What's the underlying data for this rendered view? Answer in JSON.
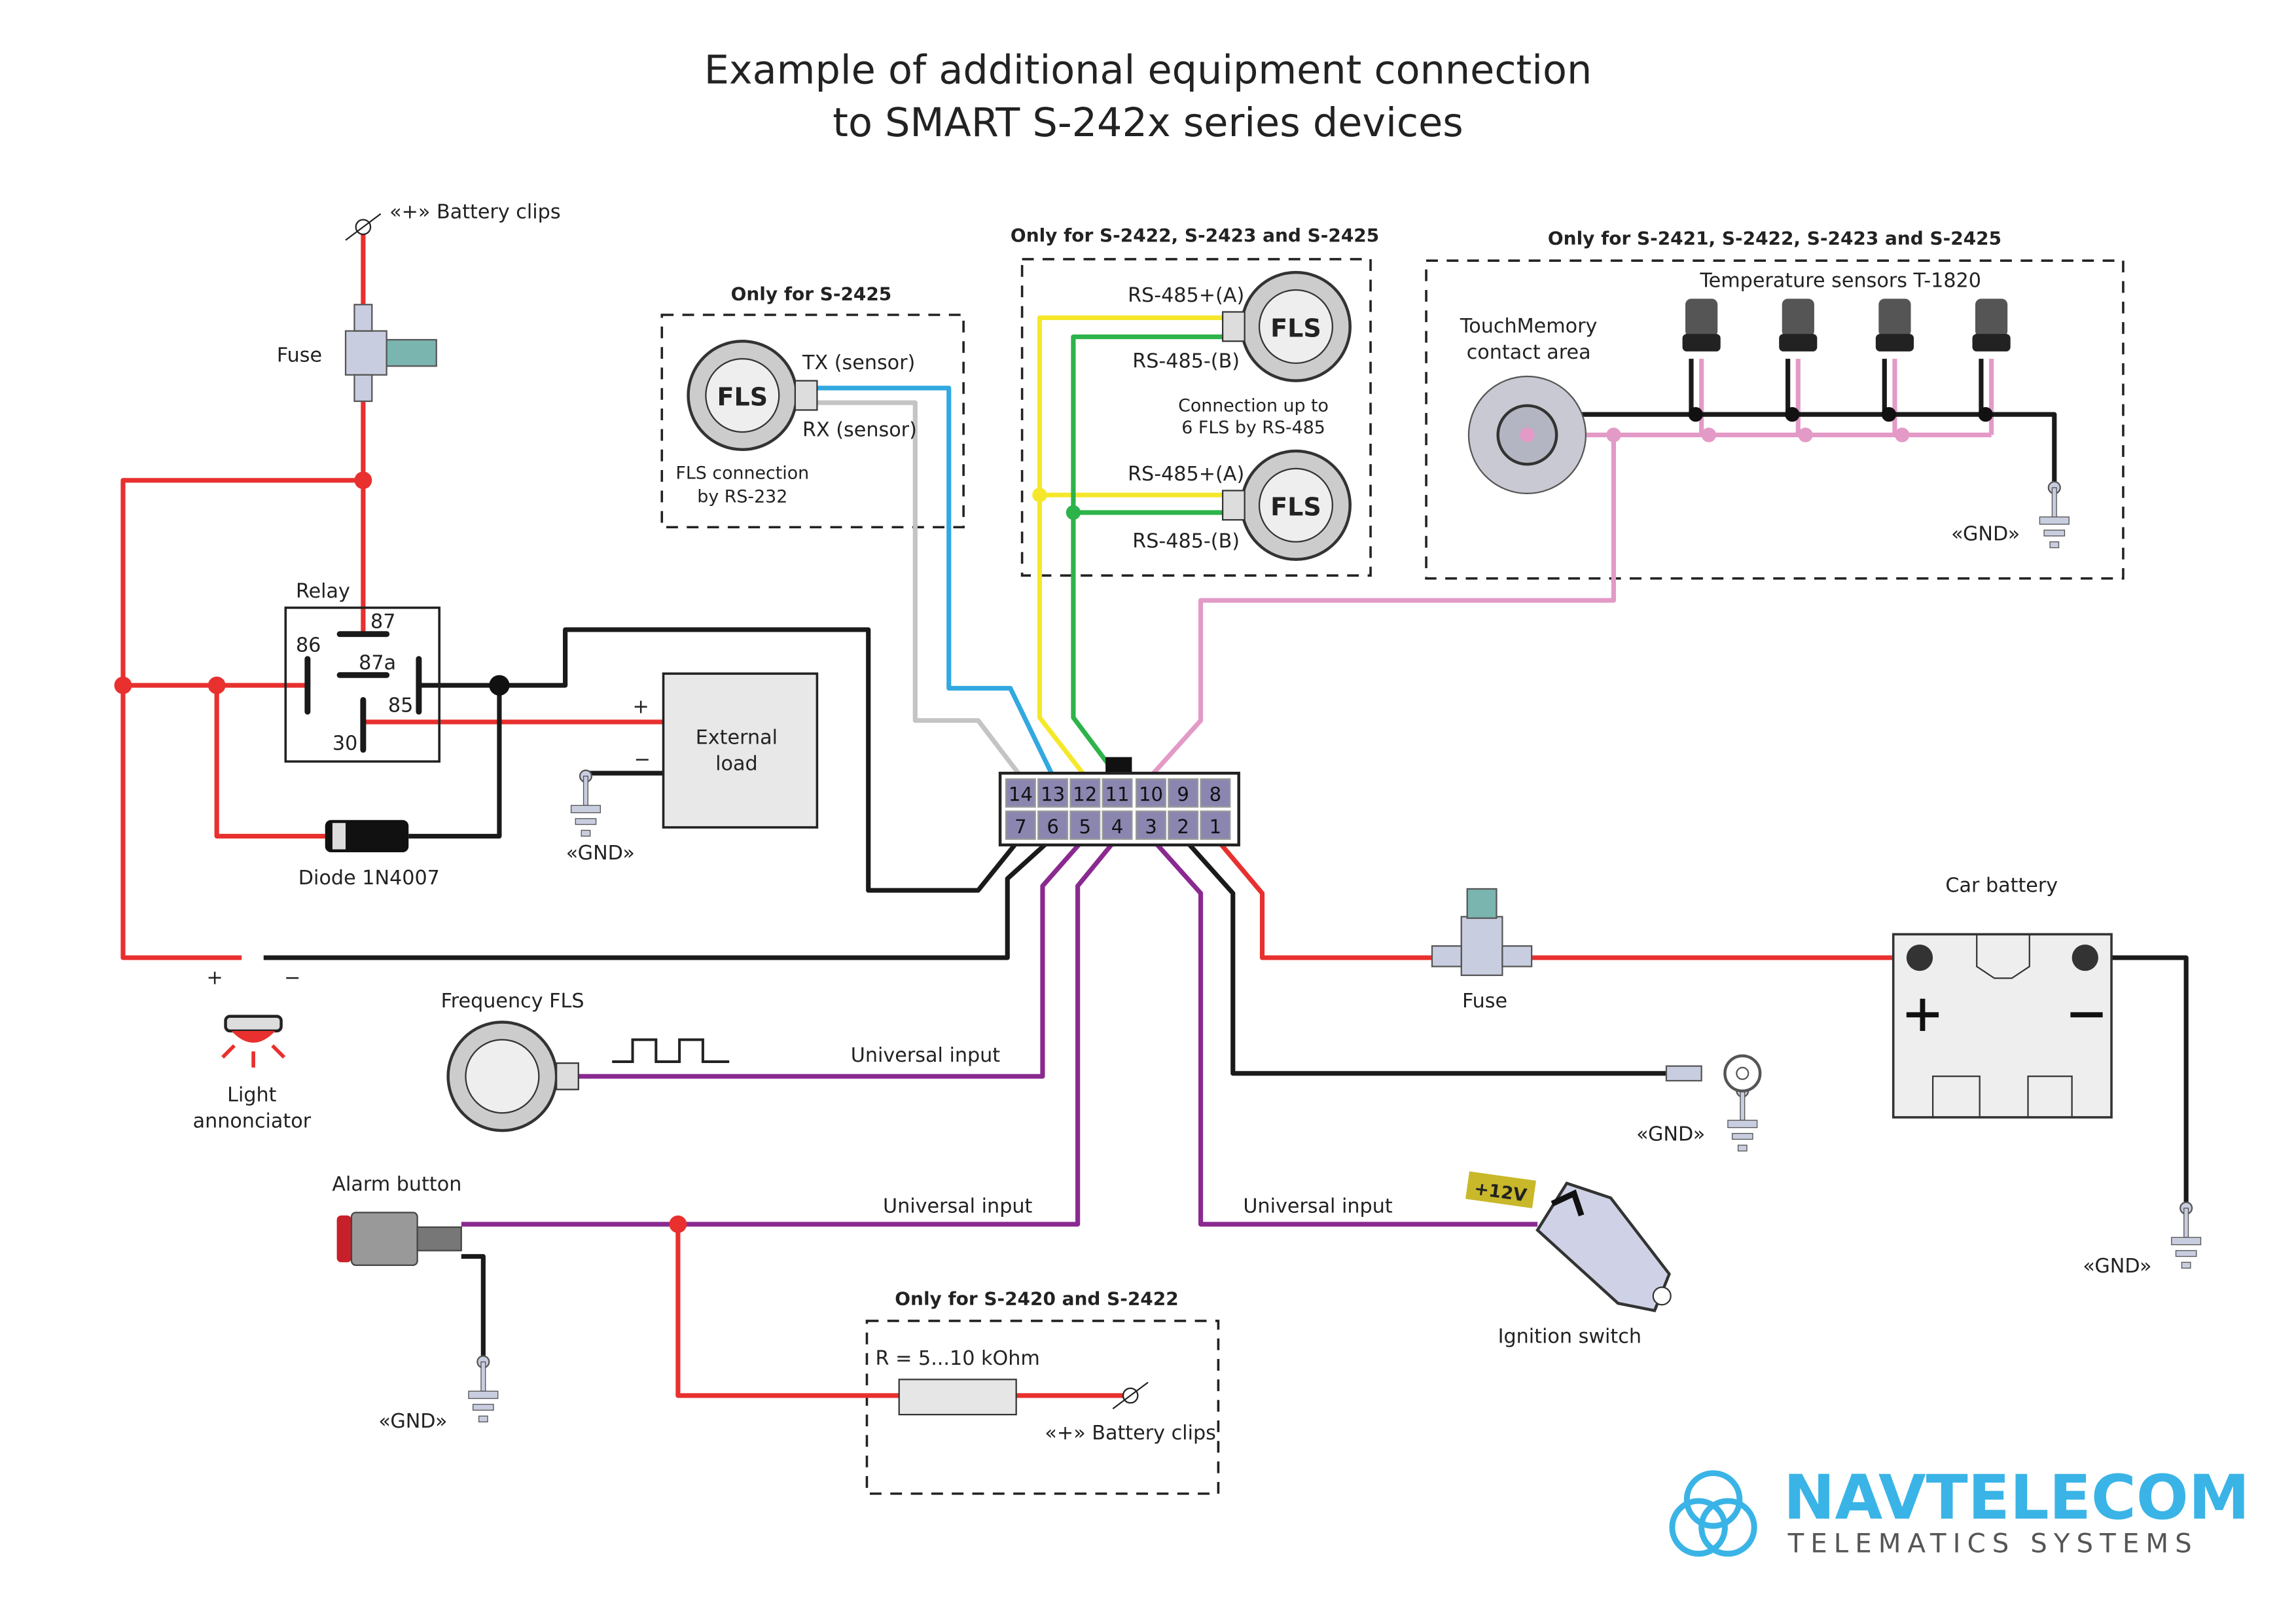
{
  "title": {
    "line1": "Example of additional equipment connection",
    "line2": "to SMART S-242x series devices"
  },
  "colors": {
    "power": "#e8302e",
    "ground": "#1a1a1a",
    "universal_input": "#8a2a90",
    "rs485_a": "#f5e82a",
    "rs485_b": "#2db34a",
    "tx": "#32a8e0",
    "rx": "#c4c4c4",
    "one_wire": "#e39ac7",
    "connector_pin": "#8a86b0",
    "brand": "#3ab4e6"
  },
  "labels": {
    "battery_clips_top": "«+» Battery clips",
    "fuse_top": "Fuse",
    "relay": "Relay",
    "relay_pins": {
      "p87": "87",
      "p86": "86",
      "p87a": "87a",
      "p85": "85",
      "p30": "30"
    },
    "external_load_1": "External",
    "external_load_2": "load",
    "plus": "+",
    "minus": "−",
    "gnd": "«GND»",
    "diode": "Diode 1N4007",
    "light_1": "Light",
    "light_2": "annonciator",
    "frequency_fls": "Frequency FLS",
    "universal_input": "Universal input",
    "alarm_button": "Alarm button",
    "resistor_box_title": "Only for S-2420 and S-2422",
    "resistor": "R = 5...10 kOhm",
    "battery_clips_bottom": "«+» Battery clips",
    "ignition_switch": "Ignition switch",
    "plus12v": "+12V",
    "fuse_bottom": "Fuse",
    "car_battery": "Car battery",
    "rs232_box_title": "Only for S-2425",
    "fls": "FLS",
    "tx": "TX (sensor)",
    "rx": "RX (sensor)",
    "rs232_note_1": "FLS connection",
    "rs232_note_2": "by RS-232",
    "rs485_box_title": "Only for S-2422, S-2423 and S-2425",
    "rs485_a": "RS-485+(A)",
    "rs485_b": "RS-485-(B)",
    "rs485_note_1": "Connection up to",
    "rs485_note_2": "6 FLS by RS-485",
    "temp_box_title": "Only for S-2421, S-2422, S-2423 and S-2425",
    "temp_sensors": "Temperature sensors T-1820",
    "touchmemory_1": "TouchMemory",
    "touchmemory_2": "contact area"
  },
  "connector": {
    "top_row": [
      "14",
      "13",
      "12",
      "11",
      "10",
      "9",
      "8"
    ],
    "bottom_row": [
      "7",
      "6",
      "5",
      "4",
      "3",
      "2",
      "1"
    ]
  },
  "logo": {
    "name": "NAVTELECOM",
    "tagline": "TELEMATICS SYSTEMS"
  }
}
